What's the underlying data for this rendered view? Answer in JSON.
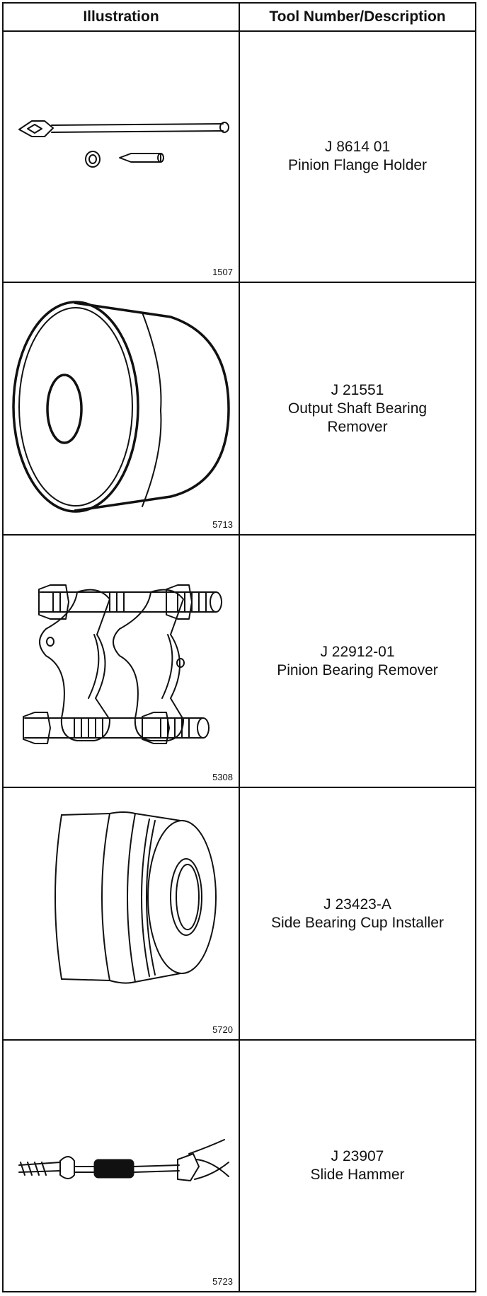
{
  "header": {
    "illustration": "Illustration",
    "tool": "Tool Number/Description"
  },
  "rows": [
    {
      "figure": "1507",
      "tool_number": "J 8614 01",
      "description": [
        "Pinion Flange Holder"
      ]
    },
    {
      "figure": "5713",
      "tool_number": "J 21551",
      "description": [
        "Output Shaft Bearing",
        "Remover"
      ]
    },
    {
      "figure": "5308",
      "tool_number": "J 22912-01",
      "description": [
        "Pinion Bearing Remover"
      ]
    },
    {
      "figure": "5720",
      "tool_number": "J 23423-A",
      "description": [
        "Side Bearing Cup Installer"
      ]
    },
    {
      "figure": "5723",
      "tool_number": "J 23907",
      "description": [
        "Slide Hammer"
      ]
    }
  ]
}
